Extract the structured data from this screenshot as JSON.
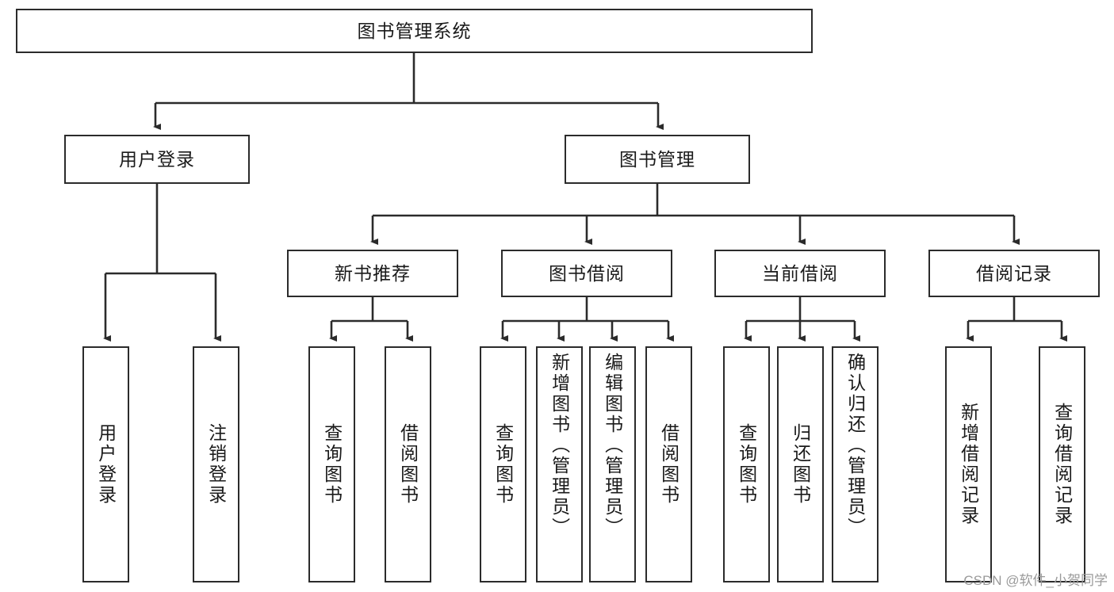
{
  "diagram": {
    "title": "图书管理系统",
    "type": "tree",
    "root": {
      "label": "图书管理系统"
    },
    "level2": [
      {
        "label": "用户登录"
      },
      {
        "label": "图书管理"
      }
    ],
    "level3": [
      {
        "label": "新书推荐"
      },
      {
        "label": "图书借阅"
      },
      {
        "label": "当前借阅"
      },
      {
        "label": "借阅记录"
      }
    ],
    "leaves": {
      "user_login": [
        {
          "label": "用户登录"
        },
        {
          "label": "注销登录"
        }
      ],
      "new_book_recommend": [
        {
          "label": "查询图书"
        },
        {
          "label": "借阅图书"
        }
      ],
      "book_borrow": [
        {
          "label": "查询图书"
        },
        {
          "label": "新增图书（管理员）"
        },
        {
          "label": "编辑图书（管理员）"
        },
        {
          "label": "借阅图书"
        }
      ],
      "current_borrow": [
        {
          "label": "查询图书"
        },
        {
          "label": "归还图书"
        },
        {
          "label": "确认归还（管理员）"
        }
      ],
      "borrow_record": [
        {
          "label": "新增借阅记录"
        },
        {
          "label": "查询借阅记录"
        }
      ]
    }
  },
  "watermark": {
    "text": "CSDN @软件_小贺同学"
  },
  "colors": {
    "border": "#2b2b2b",
    "text": "#1a1a1a",
    "background": "#ffffff",
    "connector": "#2b2b2b",
    "watermark": "#9a9a9a"
  }
}
